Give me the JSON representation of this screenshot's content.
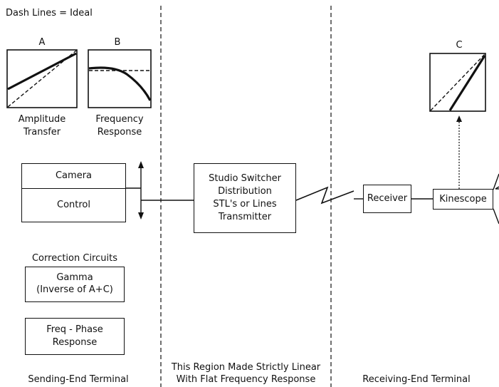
{
  "legend_note": "Dash Lines = Ideal",
  "graph_a": {
    "letter": "A",
    "caption_1": "Amplitude",
    "caption_2": "Transfer"
  },
  "graph_b": {
    "letter": "B",
    "caption_1": "Frequency",
    "caption_2": "Response"
  },
  "graph_c": {
    "letter": "C"
  },
  "camera_label": "Camera",
  "control_label": "Control",
  "studio_box": {
    "line_1": "Studio Switcher",
    "line_2": "Distribution",
    "line_3": "STL's or Lines",
    "line_4": "Transmitter"
  },
  "receiver_label": "Receiver",
  "kinescope_label": "Kinescope",
  "correction_heading": "Correction Circuits",
  "gamma_box": {
    "line_1": "Gamma",
    "line_2": "(Inverse of A+C)"
  },
  "freq_box": {
    "line_1": "Freq - Phase",
    "line_2": "Response"
  },
  "region_labels": {
    "sending": "Sending-End Terminal",
    "middle_1": "This Region Made Strictly Linear",
    "middle_2": "With Flat Frequency Response",
    "receiving": "Receiving-End Terminal"
  }
}
